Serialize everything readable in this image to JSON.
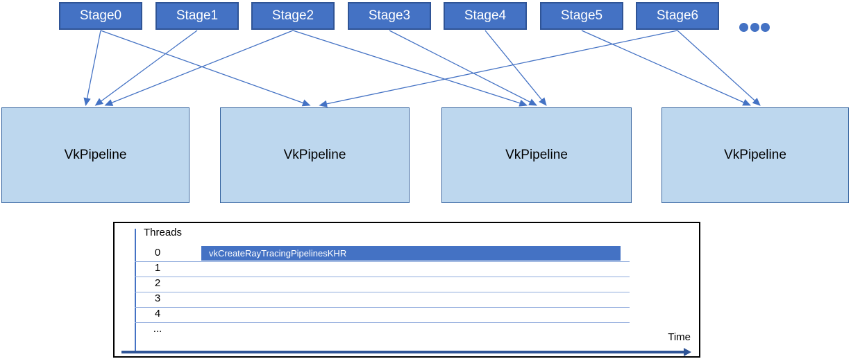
{
  "colors": {
    "stage_fill": "#4472C4",
    "stage_border": "#2F5496",
    "stage_text": "#FFFFFF",
    "pipeline_fill": "#BDD7EE",
    "pipeline_border": "#35639F",
    "pipeline_text": "#000000",
    "connector": "#4472C4",
    "ellipsis_dot": "#4472C4",
    "row_line": "#8FAADC",
    "axis_line": "#4472C4",
    "bar_fill": "#4472C4",
    "bar_text": "#FFFFFF",
    "time_arrow": "#2F5496",
    "chart_border": "#000000"
  },
  "diagram": {
    "stages": [
      "Stage0",
      "Stage1",
      "Stage2",
      "Stage3",
      "Stage4",
      "Stage5",
      "Stage6"
    ],
    "ellipsis_dots": 3,
    "pipelines": [
      "VkPipeline",
      "VkPipeline",
      "VkPipeline",
      "VkPipeline"
    ],
    "connections": [
      {
        "from_stage": 0,
        "to_pipeline": 0
      },
      {
        "from_stage": 1,
        "to_pipeline": 0
      },
      {
        "from_stage": 2,
        "to_pipeline": 0
      },
      {
        "from_stage": 0,
        "to_pipeline": 1
      },
      {
        "from_stage": 6,
        "to_pipeline": 1
      },
      {
        "from_stage": 2,
        "to_pipeline": 2
      },
      {
        "from_stage": 3,
        "to_pipeline": 2
      },
      {
        "from_stage": 4,
        "to_pipeline": 2
      },
      {
        "from_stage": 5,
        "to_pipeline": 3
      },
      {
        "from_stage": 6,
        "to_pipeline": 3
      }
    ]
  },
  "timeline": {
    "axis_title": "Threads",
    "thread_rows": [
      "0",
      "1",
      "2",
      "3",
      "4",
      "..."
    ],
    "bars": [
      {
        "row": 0,
        "label": "vkCreateRayTracingPipelinesKHR"
      }
    ],
    "x_axis_label": "Time"
  }
}
